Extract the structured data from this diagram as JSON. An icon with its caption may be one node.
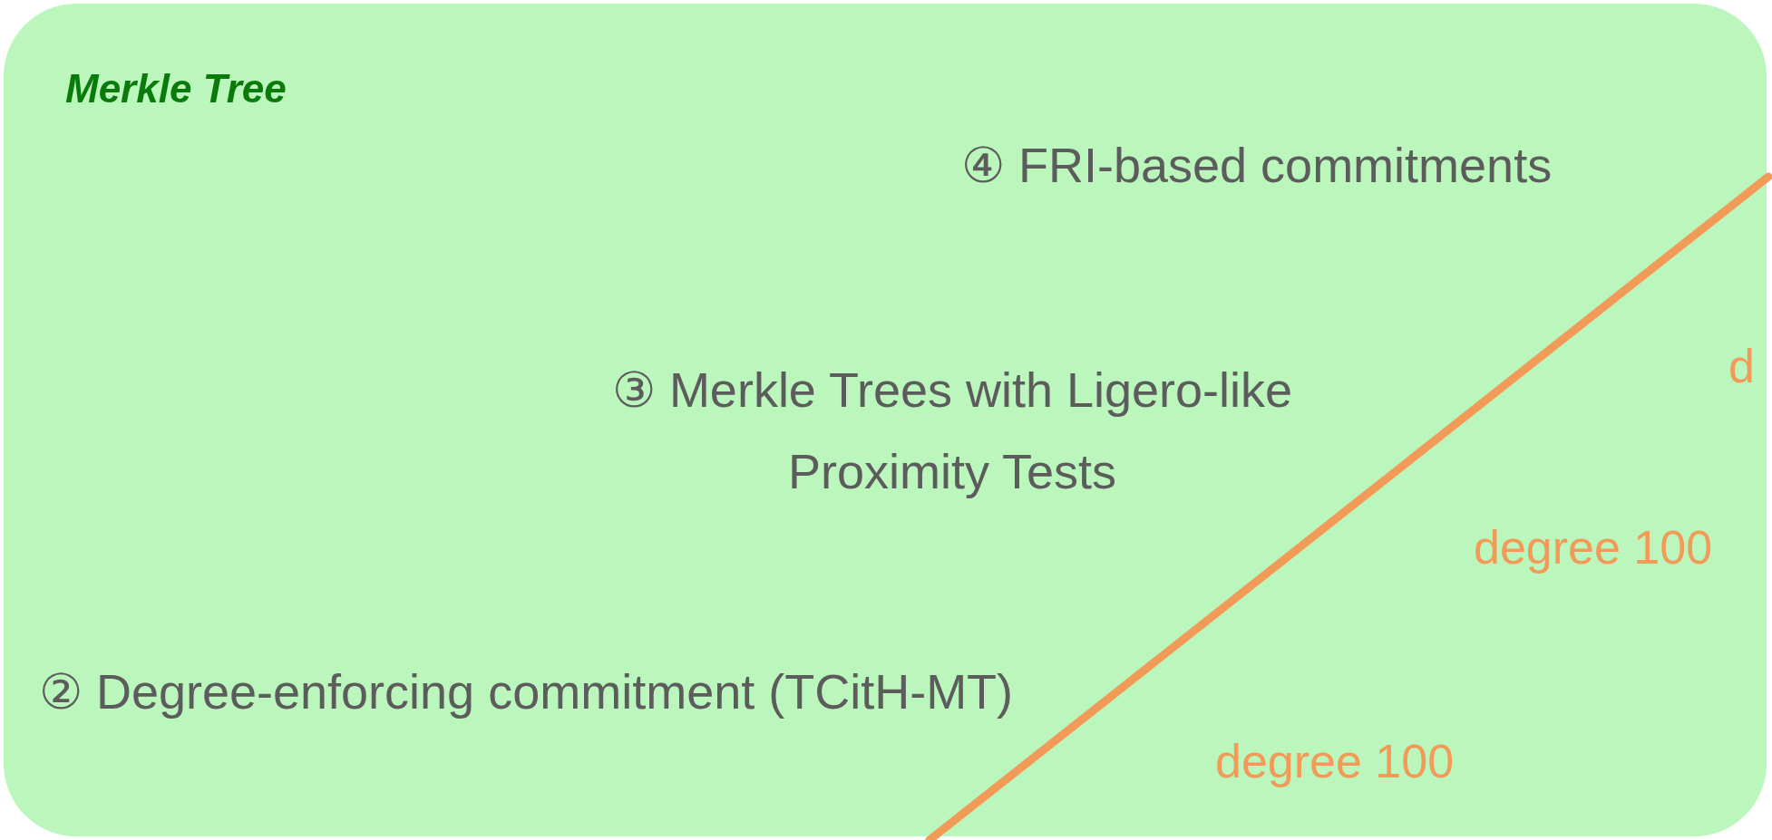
{
  "diagram": {
    "nodes": [
      {
        "text": [
          "Merkle Tree"
        ]
      }
    ],
    "labels": [
      "④ FRI-based commitments",
      "③ Merkle Trees with Ligero-like Proximity Tests",
      "d",
      "degree 100",
      "② Degree-enforcing commitment (TCitH-MT)",
      "degree 100"
    ]
  }
}
